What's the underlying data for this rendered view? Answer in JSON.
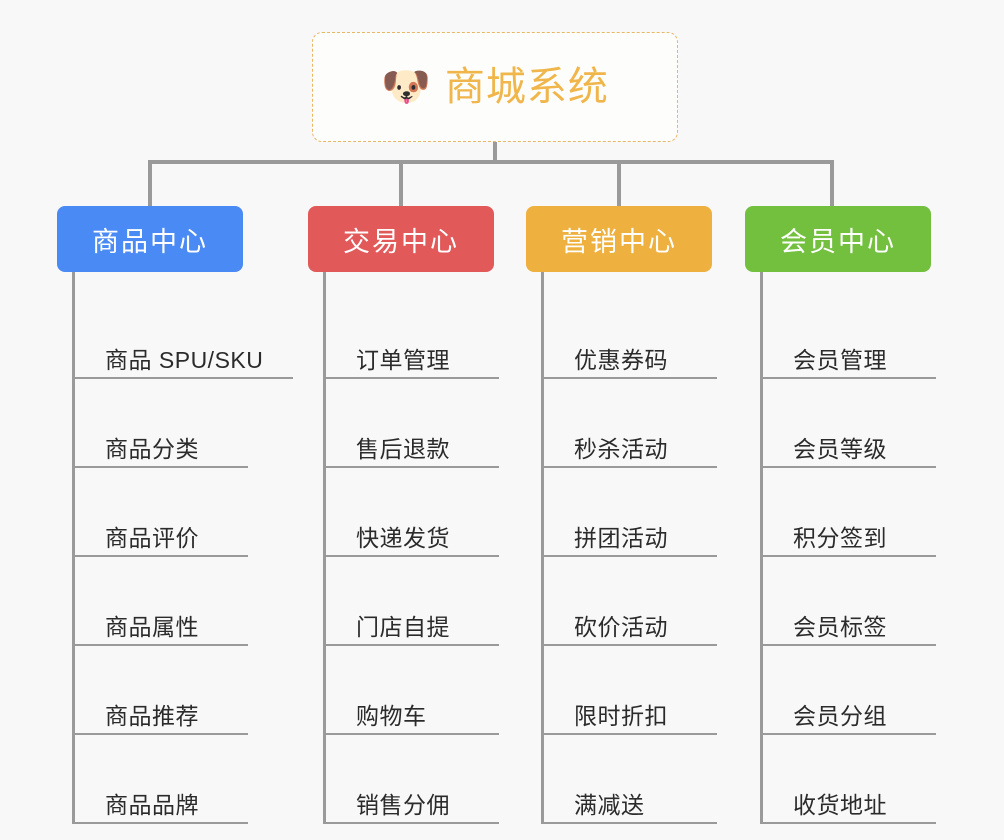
{
  "root": {
    "icon": "shiba-dog-face-emoji",
    "emoji": "🐶",
    "title": "商城系统"
  },
  "colors": {
    "product_center": "#4a8af4",
    "trade_center": "#e2595a",
    "marketing_center": "#eeb03f",
    "member_center": "#73c03f",
    "root_text": "#f0b64b",
    "root_border": "#e8b765",
    "connector": "#9a9a9a",
    "background": "#f8f8f8",
    "leaf_text": "#2b2b2b"
  },
  "columns": [
    {
      "id": "product-center",
      "title": "商品中心",
      "items": [
        "商品 SPU/SKU",
        "商品分类",
        "商品评价",
        "商品属性",
        "商品推荐",
        "商品品牌"
      ]
    },
    {
      "id": "trade-center",
      "title": "交易中心",
      "items": [
        "订单管理",
        "售后退款",
        "快递发货",
        "门店自提",
        "购物车",
        "销售分佣"
      ]
    },
    {
      "id": "marketing-center",
      "title": "营销中心",
      "items": [
        "优惠券码",
        "秒杀活动",
        "拼团活动",
        "砍价活动",
        "限时折扣",
        "满减送"
      ]
    },
    {
      "id": "member-center",
      "title": "会员中心",
      "items": [
        "会员管理",
        "会员等级",
        "积分签到",
        "会员标签",
        "会员分组",
        "收货地址"
      ]
    }
  ]
}
